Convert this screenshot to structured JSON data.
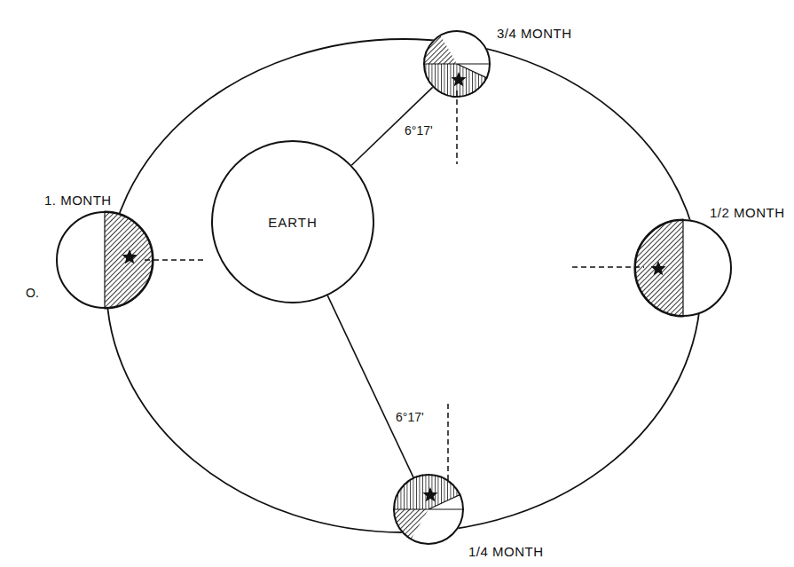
{
  "diagram": {
    "nodes": [
      {
        "text": [
          "3/4 MONTH"
        ]
      },
      {
        "text": [
          "1. MONTH"
        ]
      },
      {
        "text": [
          "EARTH"
        ]
      },
      {
        "text": [
          "1/2 MONTH"
        ]
      },
      {
        "text": [
          "1/4 MONTH"
        ]
      }
    ],
    "edges": [
      {
        "from": 2,
        "to": 0,
        "arrow": "none"
      },
      {
        "from": 2,
        "to": 4,
        "arrow": "none"
      }
    ],
    "labels": [
      "6°17'",
      "6°17'",
      "O."
    ]
  }
}
